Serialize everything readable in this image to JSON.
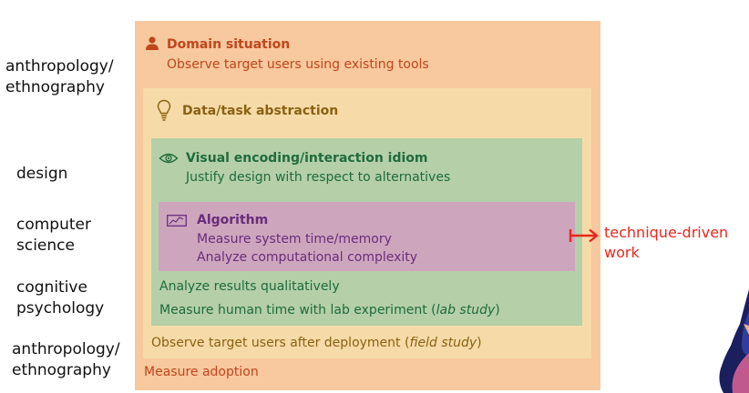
{
  "side_labels": [
    "anthropology/\nethnography",
    "design",
    "computer\nscience",
    "cognitive\npsychology",
    "anthropology/\nethnography"
  ],
  "domain": {
    "title": "Domain situation",
    "subtitle": "Observe target users using existing tools",
    "footer": "Measure adoption",
    "icon": "person-icon",
    "color": "#c0461c"
  },
  "abstraction": {
    "title": "Data/task abstraction",
    "footer_prefix": "Observe target users after deployment (",
    "footer_italic": "field study",
    "footer_suffix": ")",
    "icon": "lightbulb-icon",
    "color": "#8a6114"
  },
  "idiom": {
    "title": "Visual encoding/interaction idiom",
    "subtitle": "Justify design with respect to alternatives",
    "line1": "Analyze results qualitatively",
    "line2_prefix": "Measure human time with lab experiment (",
    "line2_italic": "lab study",
    "line2_suffix": ")",
    "icon": "eye-icon",
    "color": "#1f6b3c"
  },
  "algorithm": {
    "title": "Algorithm",
    "line1": "Measure system time/memory",
    "line2": "Analyze computational complexity",
    "icon": "chart-icon",
    "color": "#6a2c7a"
  },
  "annotation": {
    "text": "technique-driven\nwork",
    "color": "#e8281e"
  }
}
